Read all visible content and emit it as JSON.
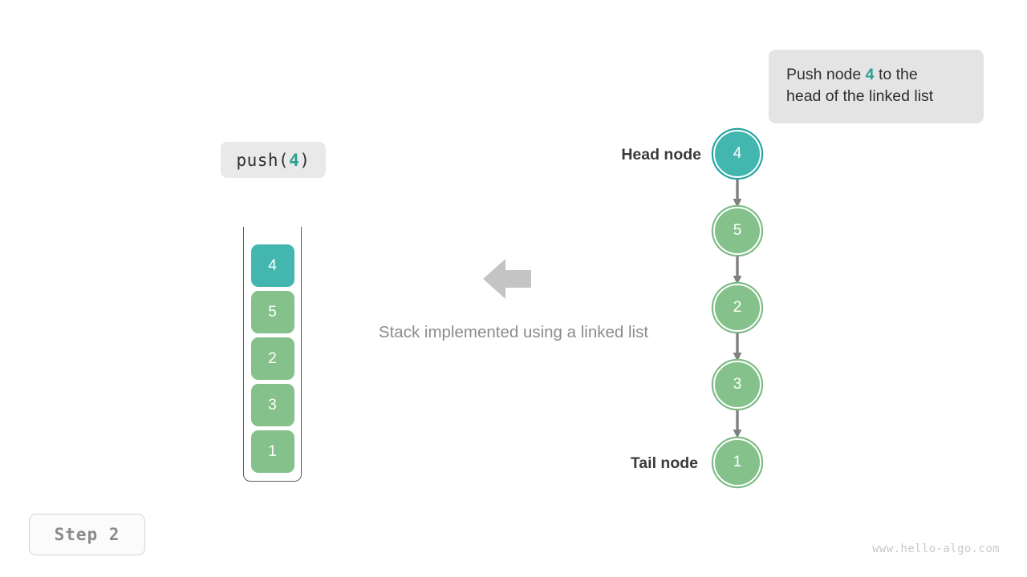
{
  "tooltip": {
    "text_before": "Push node ",
    "highlight": "4",
    "text_after": " to the",
    "line2": "head of the linked list"
  },
  "operation": {
    "prefix": "push(",
    "arg": "4",
    "suffix": ")"
  },
  "stack": {
    "cells": [
      {
        "value": "4",
        "color": "#44b6b0",
        "state": "new"
      },
      {
        "value": "5",
        "color": "#84c18b",
        "state": "existing"
      },
      {
        "value": "2",
        "color": "#84c18b",
        "state": "existing"
      },
      {
        "value": "3",
        "color": "#84c18b",
        "state": "existing"
      },
      {
        "value": "1",
        "color": "#84c18b",
        "state": "existing"
      }
    ]
  },
  "center": {
    "caption": "Stack implemented using a linked list",
    "arrow_direction": "left",
    "arrow_color": "#c4c4c4"
  },
  "linked_list": {
    "head_label": "Head node",
    "tail_label": "Tail node",
    "nodes": [
      {
        "value": "4",
        "color": "#44b6b0",
        "ring": "#23a3a0",
        "role": "head"
      },
      {
        "value": "5",
        "color": "#84c18b",
        "ring": "#7cbb84",
        "role": "middle"
      },
      {
        "value": "2",
        "color": "#84c18b",
        "ring": "#7cbb84",
        "role": "middle"
      },
      {
        "value": "3",
        "color": "#84c18b",
        "ring": "#7cbb84",
        "role": "middle"
      },
      {
        "value": "1",
        "color": "#84c18b",
        "ring": "#7cbb84",
        "role": "tail"
      }
    ],
    "edge_color": "#808080"
  },
  "step": {
    "label": "Step 2"
  },
  "footer": {
    "url": "www.hello-algo.com"
  },
  "colors": {
    "accent_teal": "#44b6b0",
    "accent_green": "#84c18b",
    "highlight_text": "#2ba18f",
    "muted_text": "#8c8c8c",
    "panel_bg": "#e4e4e4"
  }
}
